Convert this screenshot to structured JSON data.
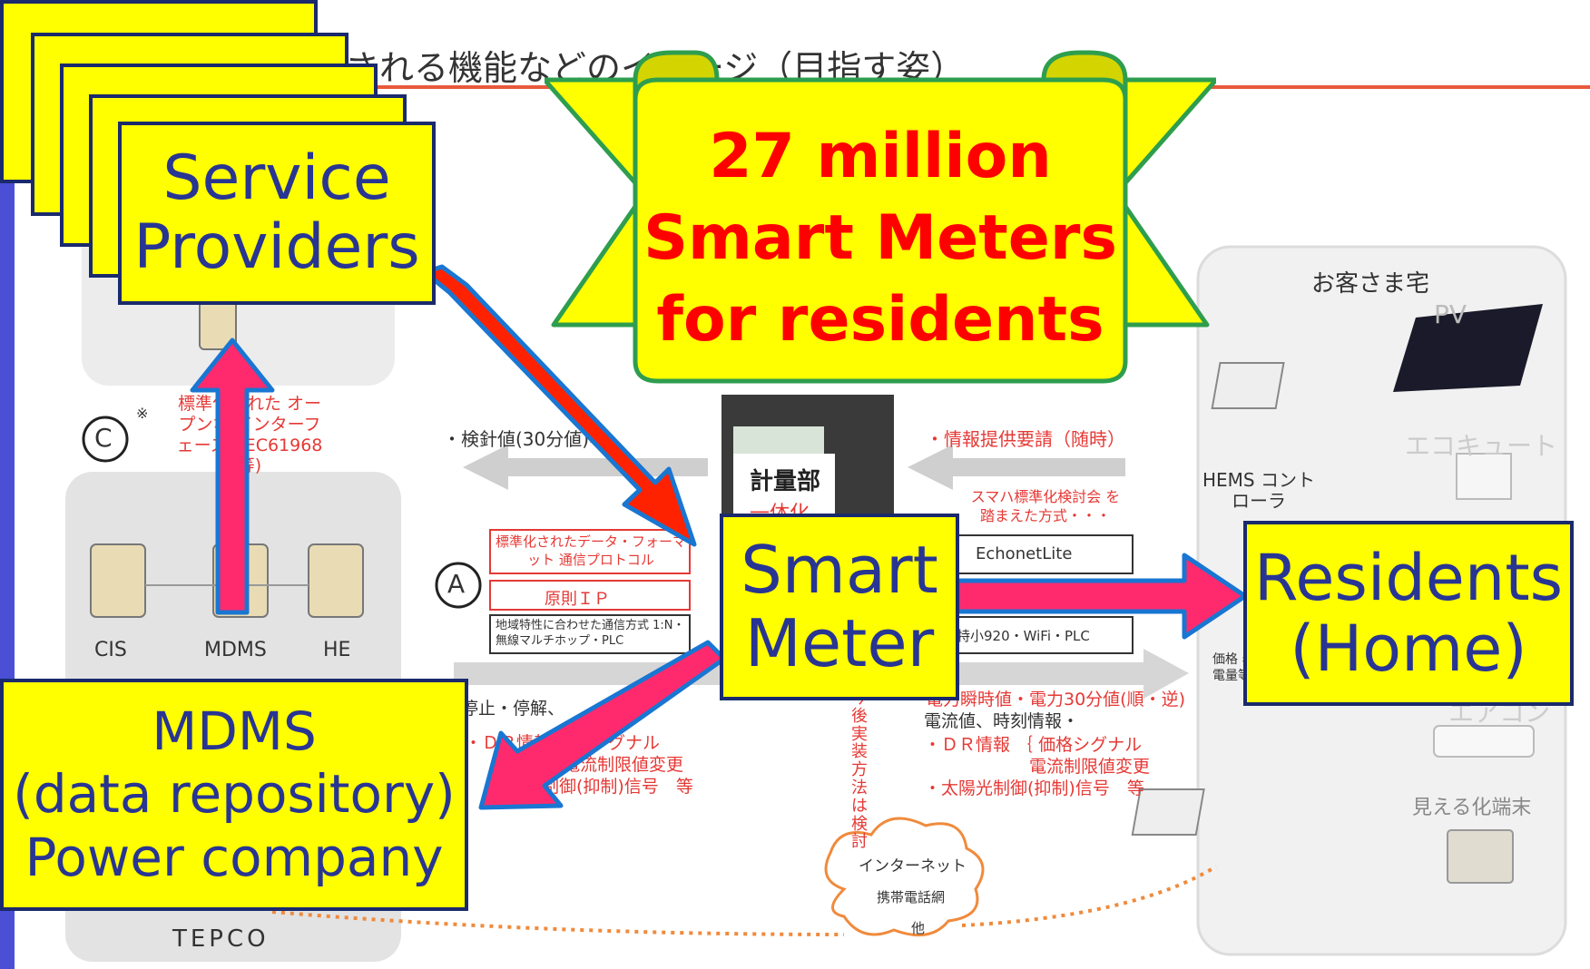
{
  "header": {
    "title_partial": "される機能などのイメージ（目指す姿）"
  },
  "labels": {
    "service_providers": "Service Providers",
    "smart_meter": "Smart Meter",
    "residents": "Residents (Home)",
    "mdms_line1": "MDMS",
    "mdms_line2": "(data repository)",
    "mdms_line3": "Power company"
  },
  "banner": {
    "line1": "27 million",
    "line2": "Smart Meters",
    "line3": "for residents"
  },
  "background": {
    "circle_c": "C",
    "circle_c_note": "※",
    "interface_text": "標準化された オープンな インターフェース (IEC61968等)",
    "circle_a": "A",
    "cis": "CIS",
    "mdms": "MDMS",
    "he": "HE",
    "tepco": "TEPCO",
    "meter_reading": "・検針値(30分値)等",
    "info_request": "・情報提供要請（随時）",
    "meter_unit": "計量部",
    "meter_unit2": "一体化",
    "std_data": "標準化されたデータ・フォーマット 通信プロトコル",
    "ip": "原則ＩＰ",
    "regional": "地域特性に合わせた通信方式 1:N・無線マルチホップ・PLC",
    "smaho": "スマハ標準化検討会 を踏まえた方式・・・",
    "echonet": "EchonetLite",
    "tokusho": "特小920・WiFi・PLC",
    "stop": "停止・停解、",
    "dr_info": "・ＤＲ情報  価格シグナル",
    "current_limit": "電流制限値変更",
    "solar": "太陽光制御(抑制)信号　等",
    "instant": "電力瞬時値・電力30分値(順・逆)",
    "current_time": "電流値、時刻情報・",
    "dr_info2": "・ＤＲ情報 ｛ 価格シグナル",
    "current_limit2": "電流制限値変更",
    "solar2": "・太陽光制御(抑制)信号　等",
    "future": "今後実装方法は検討",
    "customer_home": "お客さま宅",
    "pv": "PV",
    "ecocute": "エコキュート",
    "hems": "HEMS コントローラ",
    "price": "価格 表示 On/ 電量等を制御",
    "aircon": "エアコン",
    "visual_terminal": "見える化端末",
    "cloud1": "インターネット",
    "cloud2": "携帯電話網",
    "cloud3": "他"
  },
  "colors": {
    "label_fill": "#ffff00",
    "label_text": "#283593",
    "banner_text": "#ff0000",
    "arrow_pink": "#ff2a6d",
    "arrow_red": "#ff2200",
    "arrow_outline": "#1976d2"
  }
}
